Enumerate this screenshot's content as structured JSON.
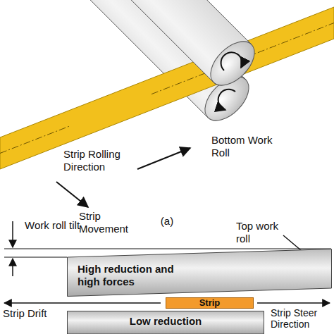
{
  "diagram": {
    "nodes": [
      {
        "text": [
          "High reduction and high forces"
        ]
      },
      {
        "text": [
          "Strip"
        ]
      },
      {
        "text": [
          "Low reduction"
        ]
      }
    ],
    "labels": [
      "Strip Rolling Direction",
      "Bottom Work Roll",
      "Strip Movement",
      "(a)",
      "Work roll tilt",
      "Top work roll",
      "Strip Drift",
      "Strip Steer Direction"
    ]
  }
}
